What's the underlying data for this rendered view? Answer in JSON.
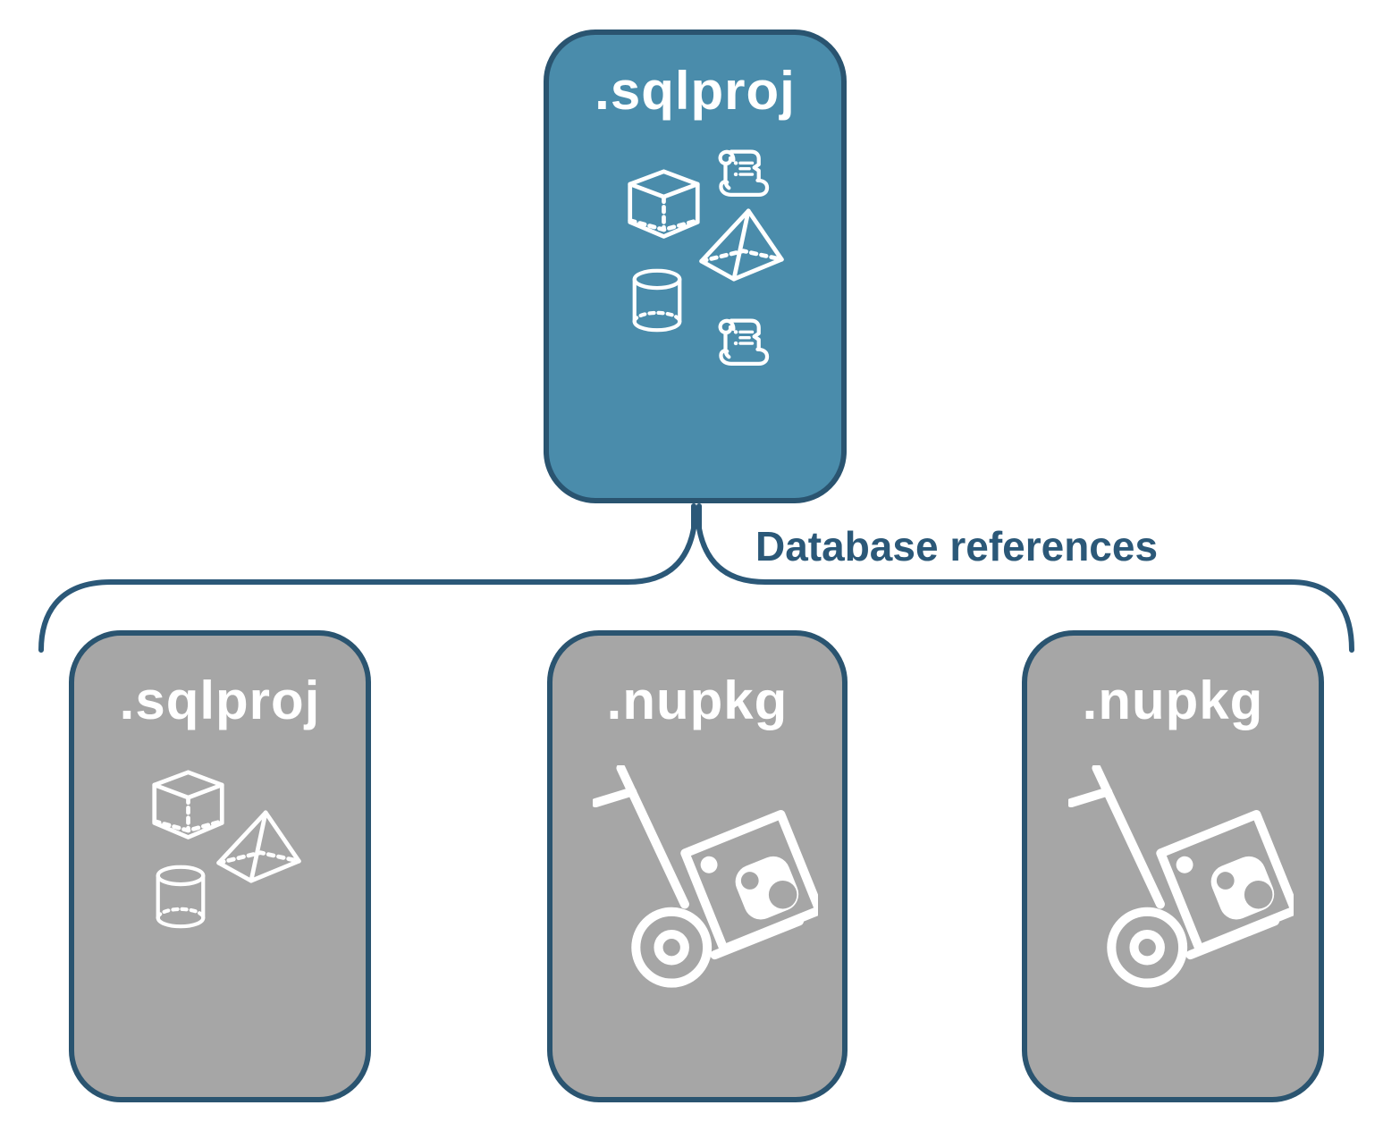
{
  "diagram": {
    "connector_label": "Database references",
    "colors": {
      "parent_box_fill": "#4A8CAB",
      "child_box_fill": "#A6A6A6",
      "outline_dark_blue": "#2B5878",
      "box_border_blue": "#2A5470",
      "icon_white": "#FFFFFF"
    },
    "parent_box": {
      "title": ".sqlproj",
      "icons": [
        "cube-icon",
        "script-scroll-icon",
        "pyramid-icon",
        "database-cylinder-icon",
        "script-scroll-icon"
      ]
    },
    "child_boxes": [
      {
        "title": ".sqlproj",
        "icons": [
          "cube-icon",
          "pyramid-icon",
          "database-cylinder-icon"
        ]
      },
      {
        "title": ".nupkg",
        "icons": [
          "nuget-package-hand-truck-icon"
        ]
      },
      {
        "title": ".nupkg",
        "icons": [
          "nuget-package-hand-truck-icon"
        ]
      }
    ]
  }
}
